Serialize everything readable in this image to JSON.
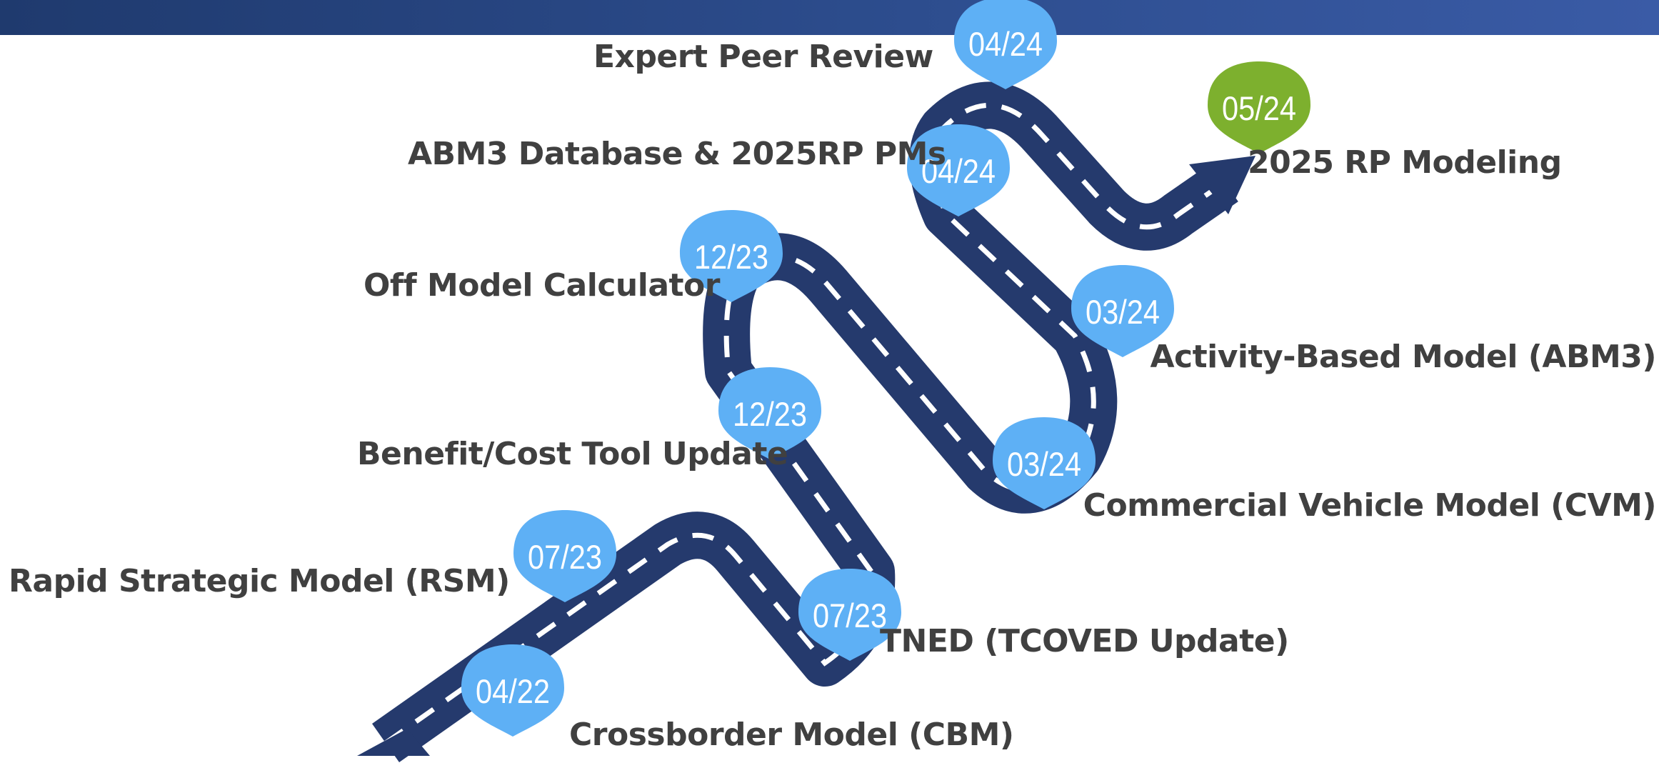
{
  "colors": {
    "road": "#253a6d",
    "road_dash": "#ffffff",
    "pin": "#5eb0f5",
    "pin_final": "#7db02e",
    "label_text": "#404040",
    "header_bar": "#2d4d8e"
  },
  "milestones": [
    {
      "date": "04/22",
      "label": "Crossborder Model (CBM)"
    },
    {
      "date": "07/23",
      "label": "Rapid Strategic Model (RSM)"
    },
    {
      "date": "07/23",
      "label": "TNED (TCOVED Update)"
    },
    {
      "date": "12/23",
      "label": "Benefit/Cost Tool Update"
    },
    {
      "date": "12/23",
      "label": "Off Model Calculator"
    },
    {
      "date": "03/24",
      "label": "Commercial Vehicle Model (CVM)"
    },
    {
      "date": "03/24",
      "label": "Activity-Based Model (ABM3)"
    },
    {
      "date": "04/24",
      "label": "ABM3 Database & 2025RP PMs"
    },
    {
      "date": "04/24",
      "label": "Expert Peer Review"
    },
    {
      "date": "05/24",
      "label": "2025 RP Modeling"
    }
  ]
}
